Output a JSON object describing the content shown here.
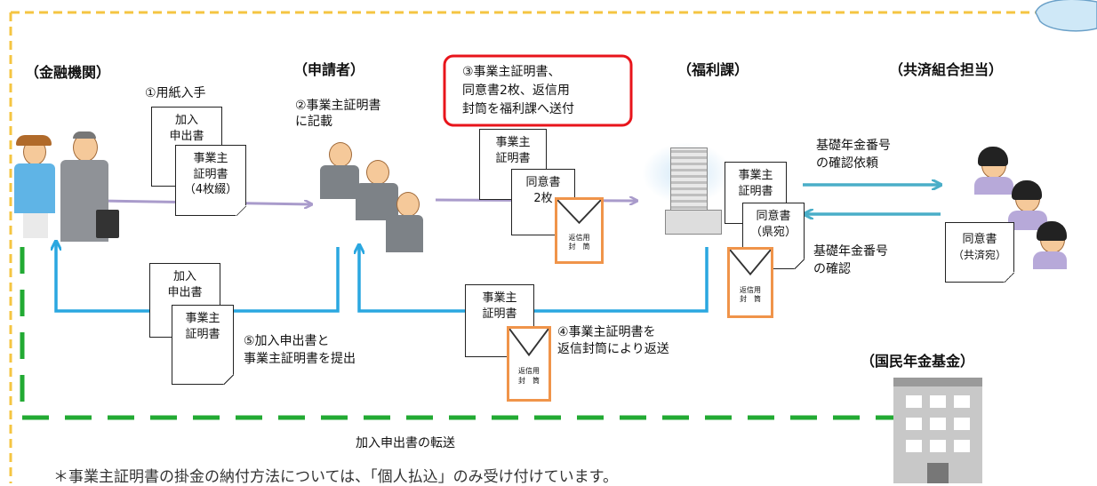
{
  "headers": {
    "bank": "（金融機関）",
    "applicant": "（申請者）",
    "welfare": "（福利課）",
    "mutual": "（共済組合担当）",
    "fund": "（国民年金基金）"
  },
  "steps": {
    "step1": "①用紙入手",
    "step2_line1": "②事業主証明書",
    "step2_line2": "に記載",
    "step3_line1": "③事業主証明書、",
    "step3_line2": "同意書2枚、返信用",
    "step3_line3": "封筒を福利課へ送付",
    "step4_line1": "④事業主証明書を",
    "step4_line2": "返信封筒により返送",
    "step5_line1": "⑤加入申出書と",
    "step5_line2": "事業主証明書を提出"
  },
  "labels": {
    "confirm_request_1": "基礎年金番号",
    "confirm_request_2": "の確認依頼",
    "confirm_1": "基礎年金番号",
    "confirm_2": "の確認",
    "transfer": "加入申出書の転送"
  },
  "docs": {
    "kanyu_1": "加入",
    "kanyu_2": "申出書",
    "jigyo_1": "事業主",
    "jigyo_2": "証明書",
    "jigyo_4_3": "（4枚綴）",
    "doui_1": "同意書",
    "doui_2_2": "2枚",
    "doui_ken_2": "（県宛）",
    "doui_kyo_2": "（共済宛）",
    "env_1": "返信用",
    "env_2": "封　筒"
  },
  "footnote": "＊事業主証明書の掛金の納付方法については、「個人払込」のみ受け付けています。",
  "colors": {
    "purple_arrow": "#a99bcb",
    "blue_arrow": "#2aa7e0",
    "teal_arrow": "#4aaec8",
    "green_dash": "#22aa33",
    "yellow_dash": "#f5c542",
    "red_box": "#e8141b",
    "envelope": "#f0944a"
  }
}
